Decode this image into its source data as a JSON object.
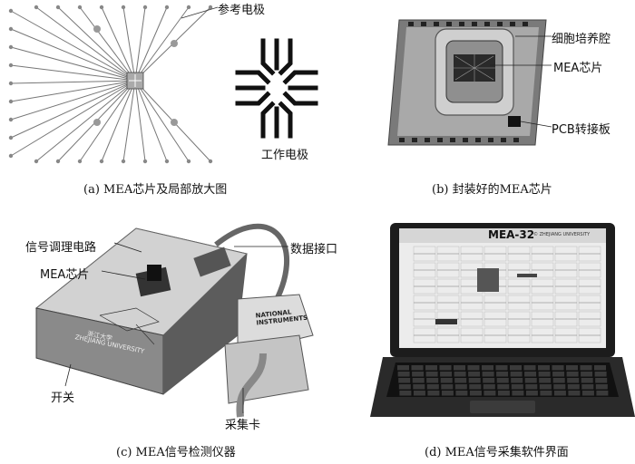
{
  "panel_a": {
    "caption": "(a) MEA芯片及局部放大图",
    "label_reference_electrode": "参考电极",
    "label_working_electrode": "工作电极"
  },
  "panel_b": {
    "caption": "(b) 封装好的MEA芯片",
    "label_cell_chamber": "细胞培养腔",
    "label_mea_chip": "MEA芯片",
    "label_pcb_adapter": "PCB转接板"
  },
  "panel_c": {
    "caption": "(c) MEA信号检测仪器",
    "label_signal_circuit": "信号调理电路",
    "label_mea_chip": "MEA芯片",
    "label_data_port": "数据接口",
    "label_switch": "开关",
    "label_daq_card": "采集卡",
    "device_brand": "ZHEJIANG UNIVERSITY",
    "device_logo_text": "浙江大学",
    "daq_brand": "NATIONAL INSTRUMENTS"
  },
  "panel_d": {
    "caption": "(d) MEA信号采集软件界面",
    "screen_title": "MEA-32",
    "screen_subtitle": "© ZHEJIANG UNIVERSITY"
  }
}
